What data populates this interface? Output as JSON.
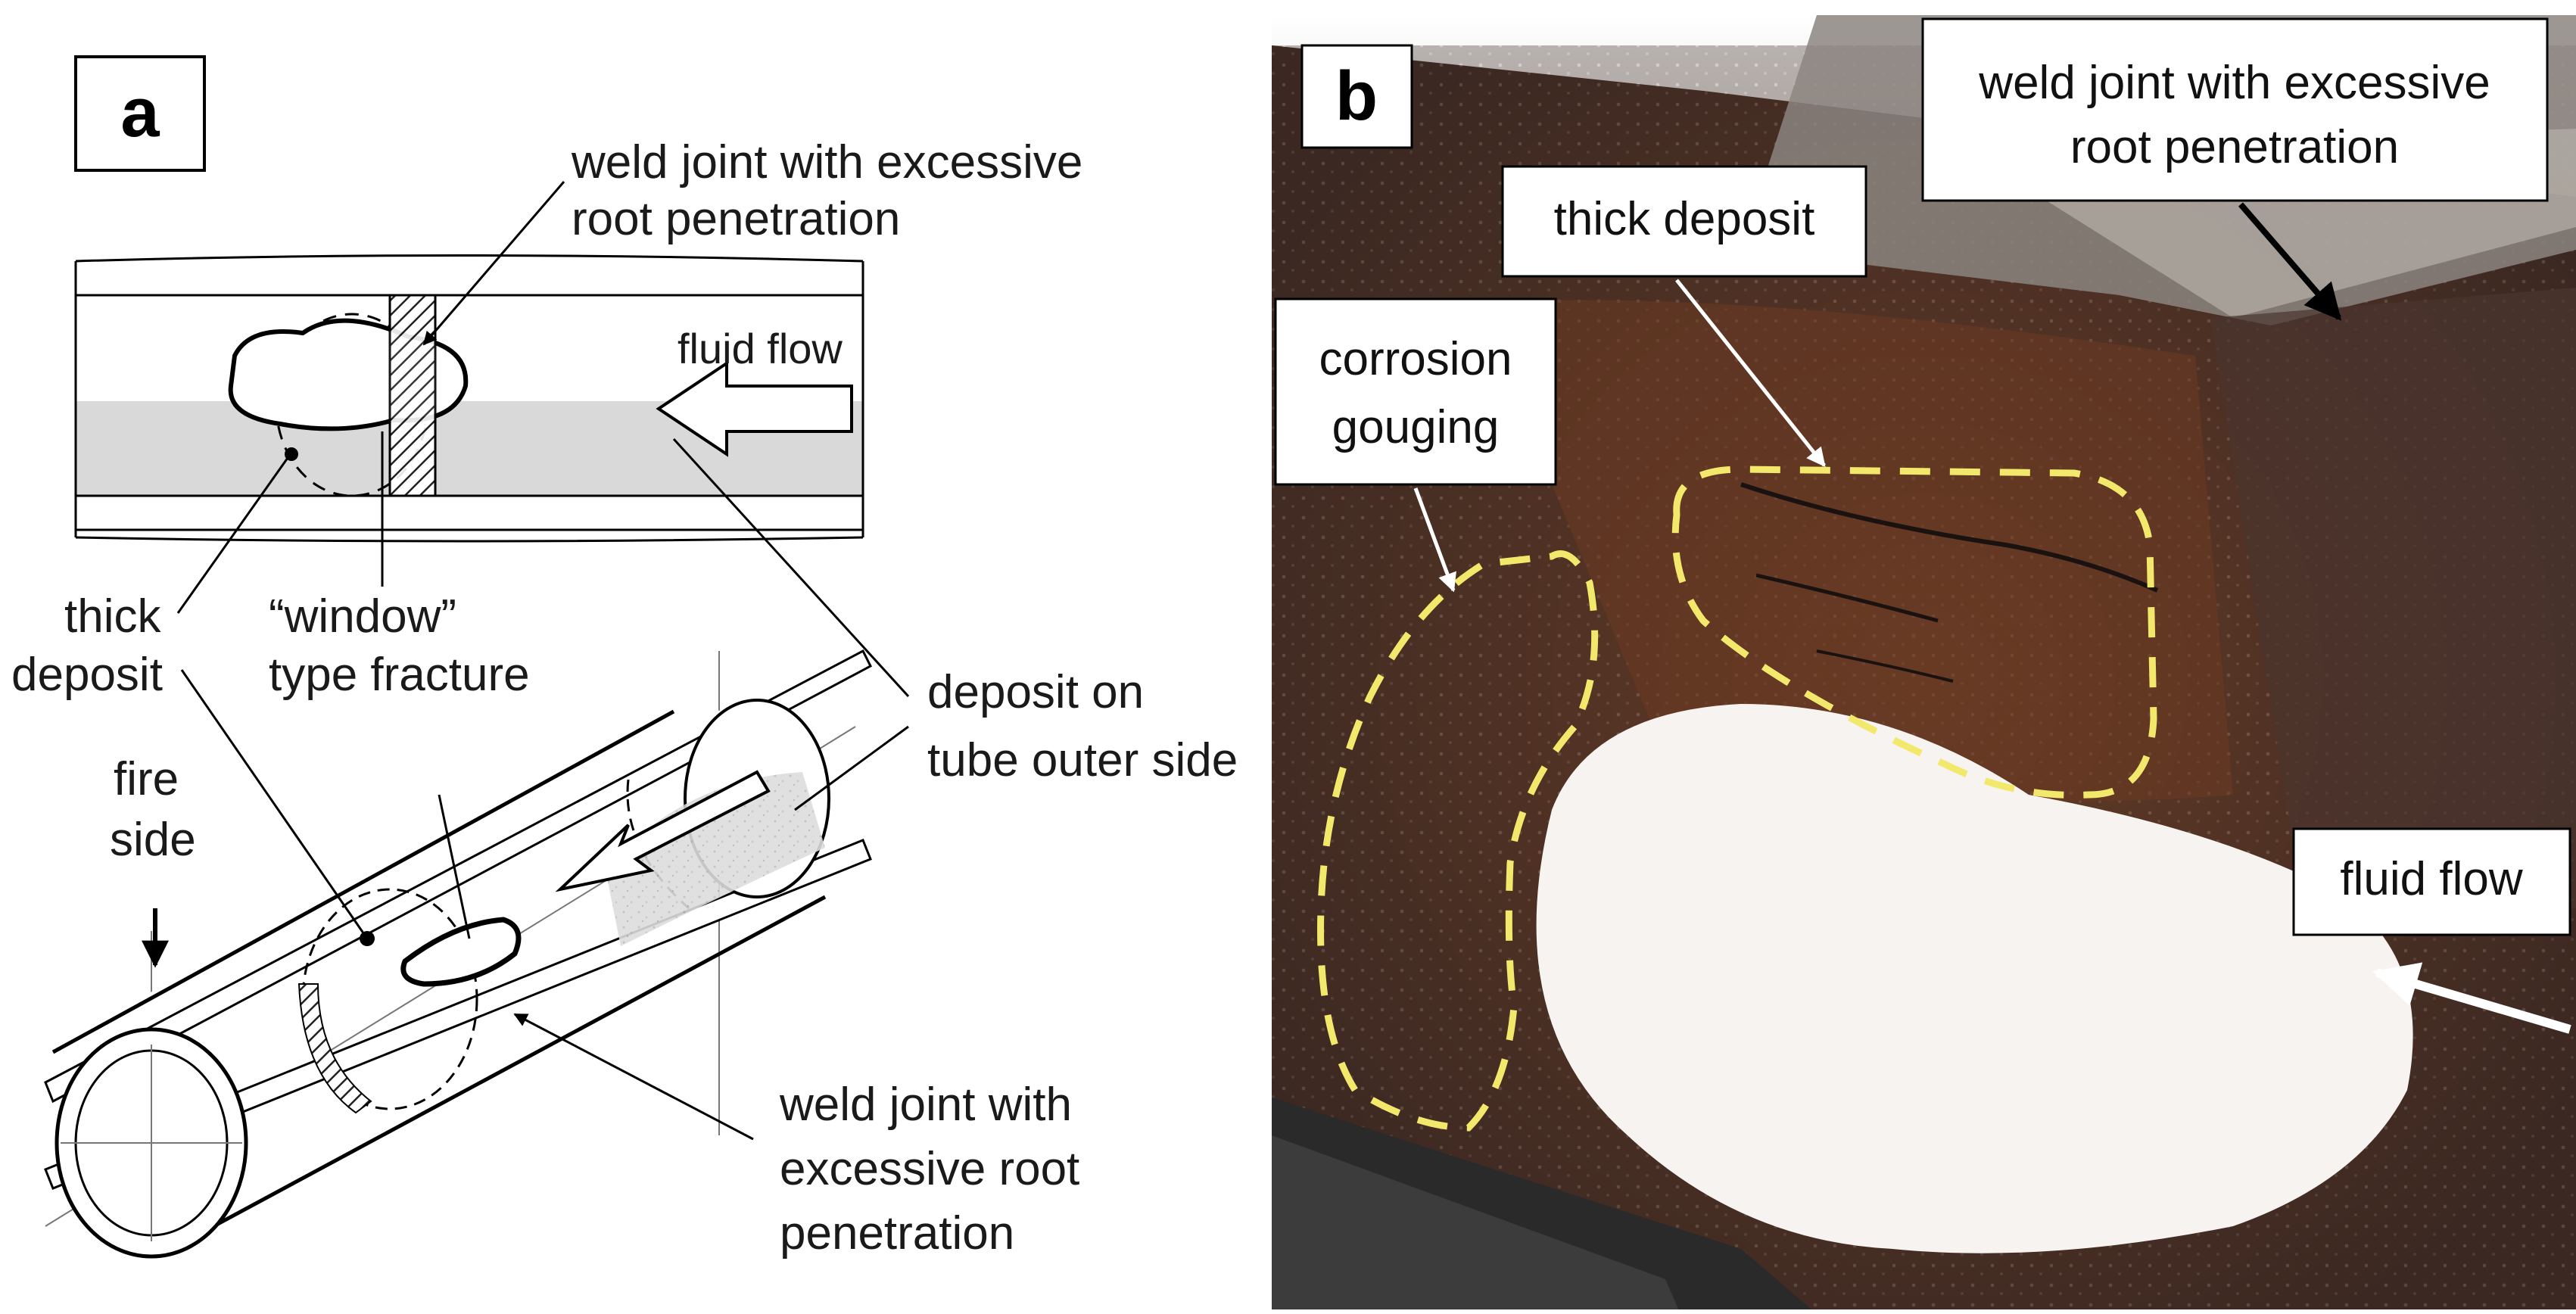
{
  "figure": {
    "panel_a": {
      "letter": "a",
      "labels": {
        "weld_top_1": "weld joint with excessive",
        "weld_top_2": "root penetration",
        "fluid_flow": "fluid flow",
        "thick_1": "thick",
        "thick_2": "deposit",
        "window_1": "“window”",
        "window_2": "type fracture",
        "outer_1": "deposit on",
        "outer_2": "tube outer side",
        "fire_1": "fire",
        "fire_2": "side",
        "weld_bottom_1": "weld joint with",
        "weld_bottom_2": "excessive root",
        "weld_bottom_3": "penetration"
      }
    },
    "panel_b": {
      "letter": "b",
      "labels": {
        "weld_1": "weld joint with excessive",
        "weld_2": "root penetration",
        "thick_deposit": "thick deposit",
        "corrosion_1": "corrosion",
        "corrosion_2": "gouging",
        "fluid_flow": "fluid flow"
      }
    },
    "colors": {
      "deposit_shading": "#d9d9d9",
      "highlight_dash": "#f2e86b",
      "rust_dark": "#3a2a22",
      "rust_mid": "#6b3a22",
      "white_hole": "#f7f3f0"
    }
  }
}
